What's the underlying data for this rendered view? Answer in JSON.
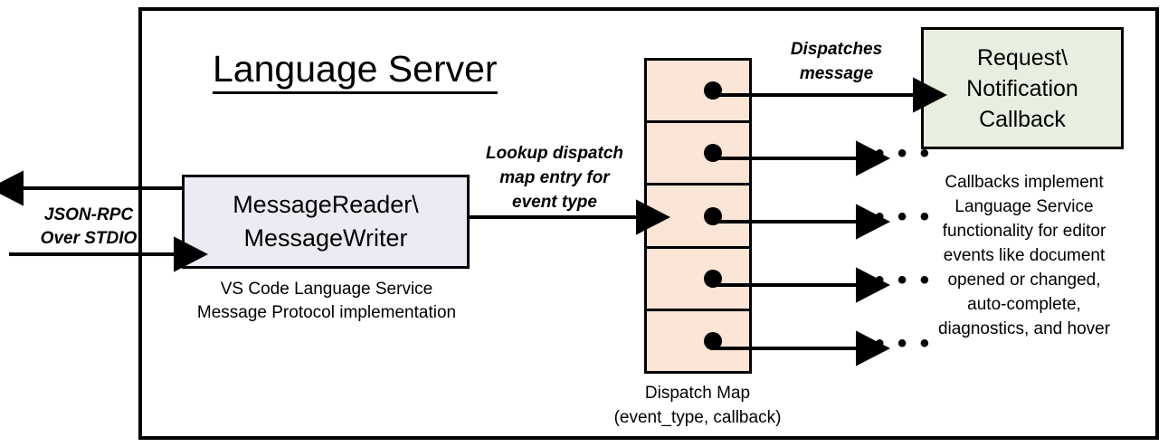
{
  "diagram": {
    "title": "Language Server",
    "frame_border_color": "#000000",
    "background": "#ffffff"
  },
  "reader": {
    "line1": "MessageReader\\",
    "line2": "MessageWriter",
    "fill_color": "#EDEAF4",
    "caption_line1": "VS Code Language Service",
    "caption_line2": "Message Protocol implementation"
  },
  "transport": {
    "label_line1": "JSON-RPC",
    "label_line2": "Over STDIO"
  },
  "lookup": {
    "label_line1": "Lookup dispatch",
    "label_line2": "map entry for",
    "label_line3": "event type"
  },
  "dispatch": {
    "label_line1": "Dispatches",
    "label_line2": "message",
    "map_fill_color": "#FBE5D6",
    "caption_line1": "Dispatch Map",
    "caption_line2": "(event_type, callback)",
    "rows": [
      {
        "dot": "entry-dot",
        "target": "Request\\Notification Callback"
      },
      {
        "dot": "entry-dot",
        "target": "..."
      },
      {
        "dot": "entry-dot",
        "target": "..."
      },
      {
        "dot": "entry-dot",
        "target": "..."
      },
      {
        "dot": "entry-dot",
        "target": "..."
      }
    ],
    "ellipsis": "• • •"
  },
  "callback": {
    "line1": "Request\\",
    "line2": "Notification",
    "line3": "Callback",
    "fill_color": "#E9EFE0",
    "caption_line1": "Callbacks implement",
    "caption_line2": "Language Service",
    "caption_line3": "functionality for editor",
    "caption_line4": "events like document",
    "caption_line5": "opened or changed,",
    "caption_line6": "auto-complete,",
    "caption_line7": "diagnostics, and hover"
  }
}
